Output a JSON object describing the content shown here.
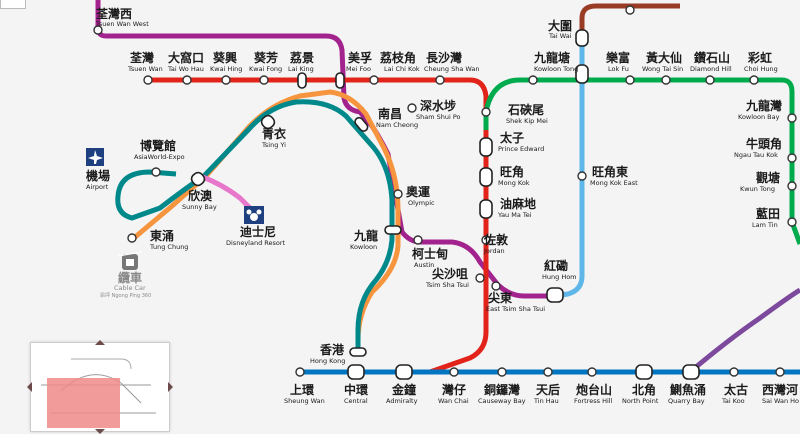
{
  "stations": {
    "tsuen_wan_west": {
      "zh": "荃灣西",
      "en": "Tsuen Wan West"
    },
    "tai_wai": {
      "zh": "大圍",
      "en": "Tai Wai"
    },
    "tsuen_wan": {
      "zh": "荃灣",
      "en": "Tsuen Wan"
    },
    "tai_wo_hau": {
      "zh": "大窩口",
      "en": "Tai Wo Hau"
    },
    "kwai_hing": {
      "zh": "葵興",
      "en": "Kwai Hing"
    },
    "kwai_fong": {
      "zh": "葵芳",
      "en": "Kwai Fong"
    },
    "lai_king": {
      "zh": "荔景",
      "en": "Lai King"
    },
    "mei_foo": {
      "zh": "美孚",
      "en": "Mei Foo"
    },
    "lai_chi_kok": {
      "zh": "荔枝角",
      "en": "Lai Chi Kok"
    },
    "cheung_sha_wan": {
      "zh": "長沙灣",
      "en": "Cheung Sha Wan"
    },
    "kowloon_tong": {
      "zh": "九龍塘",
      "en": "Kowloon Tong"
    },
    "lok_fu": {
      "zh": "樂富",
      "en": "Lok Fu"
    },
    "wong_tai_sin": {
      "zh": "黃大仙",
      "en": "Wong Tai Sin"
    },
    "diamond_hill": {
      "zh": "鑽石山",
      "en": "Diamond Hill"
    },
    "choi_hung": {
      "zh": "彩虹",
      "en": "Choi Hung"
    },
    "nam_cheong": {
      "zh": "南昌",
      "en": "Nam Cheong"
    },
    "sham_shui_po": {
      "zh": "深水埗",
      "en": "Sham Shui Po"
    },
    "shek_kip_mei": {
      "zh": "石硤尾",
      "en": "Shek Kip Mei"
    },
    "prince_edward": {
      "zh": "太子",
      "en": "Prince Edward"
    },
    "kowloon_bay": {
      "zh": "九龍灣",
      "en": "Kowloon Bay"
    },
    "ngau_tau_kok": {
      "zh": "牛頭角",
      "en": "Ngau Tau Kok"
    },
    "kwun_tong": {
      "zh": "觀塘",
      "en": "Kwun Tong"
    },
    "lam_tin": {
      "zh": "藍田",
      "en": "Lam Tin"
    },
    "asiaworld_expo": {
      "zh": "博覽館",
      "en": "AsiaWorld-Expo"
    },
    "tsing_yi": {
      "zh": "青衣",
      "en": "Tsing Yi"
    },
    "airport": {
      "zh": "機場",
      "en": "Airport"
    },
    "sunny_bay": {
      "zh": "欣澳",
      "en": "Sunny Bay"
    },
    "disneyland": {
      "zh": "迪士尼",
      "en": "Disneyland Resort"
    },
    "tung_chung": {
      "zh": "東涌",
      "en": "Tung Chung"
    },
    "cable_car": {
      "zh": "纜車",
      "en": "Cable Car",
      "sub": "昂坪 Ngong Ping 360"
    },
    "mong_kok": {
      "zh": "旺角",
      "en": "Mong Kok"
    },
    "mong_kok_east": {
      "zh": "旺角東",
      "en": "Mong Kok East"
    },
    "olympic": {
      "zh": "奧運",
      "en": "Olympic"
    },
    "yau_ma_tei": {
      "zh": "油麻地",
      "en": "Yau Ma Tei"
    },
    "kowloon": {
      "zh": "九龍",
      "en": "Kowloon"
    },
    "jordan": {
      "zh": "佐敦",
      "en": "Jordan"
    },
    "austin": {
      "zh": "柯士甸",
      "en": "Austin"
    },
    "hung_hom": {
      "zh": "紅磡",
      "en": "Hung Hom"
    },
    "tsim_sha_tsui": {
      "zh": "尖沙咀",
      "en": "Tsim Sha Tsui"
    },
    "east_tsim_sha_tsui": {
      "zh": "尖東",
      "en": "East Tsim Sha Tsui"
    },
    "hong_kong": {
      "zh": "香港",
      "en": "Hong Kong"
    },
    "sheung_wan": {
      "zh": "上環",
      "en": "Sheung Wan"
    },
    "central": {
      "zh": "中環",
      "en": "Central"
    },
    "admiralty": {
      "zh": "金鐘",
      "en": "Admiralty"
    },
    "wan_chai": {
      "zh": "灣仔",
      "en": "Wan Chai"
    },
    "causeway_bay": {
      "zh": "銅鑼灣",
      "en": "Causeway Bay"
    },
    "tin_hau": {
      "zh": "天后",
      "en": "Tin Hau"
    },
    "fortress_hill": {
      "zh": "炮台山",
      "en": "Fortress Hill"
    },
    "north_point": {
      "zh": "北角",
      "en": "North Point"
    },
    "quarry_bay": {
      "zh": "鰂魚涌",
      "en": "Quarry Bay"
    },
    "tai_koo": {
      "zh": "太古",
      "en": "Tai Koo"
    },
    "sai_wan_ho": {
      "zh": "西灣河",
      "en": "Sai Wan Ho"
    }
  },
  "line_colors": {
    "tsuen_wan_line": "#e2231a",
    "island_line": "#0075c2",
    "kwun_tong_line": "#00ab4e",
    "tung_chung_line": "#f7943e",
    "airport_express": "#00888a",
    "east_rail_line": "#5eb7e8",
    "west_rail_line": "#a3238e",
    "disneyland_line": "#e777cb",
    "ma_on_shan_line": "#9a3b26",
    "tseung_kwan_o_line": "#7d499d"
  }
}
